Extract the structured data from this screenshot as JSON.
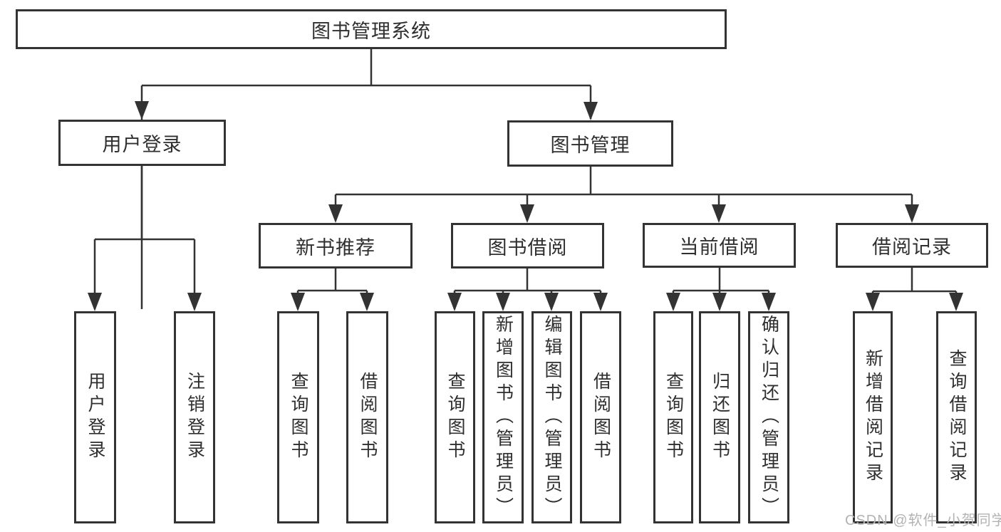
{
  "diagram": {
    "root": {
      "label": "图书管理系统"
    },
    "branches": [
      {
        "label": "用户登录",
        "children": [
          {
            "label": "用户登录"
          },
          {
            "label": "注销登录"
          }
        ]
      },
      {
        "label": "图书管理",
        "children": [
          {
            "label": "新书推荐",
            "children": [
              {
                "label": "查询图书"
              },
              {
                "label": "借阅图书"
              }
            ]
          },
          {
            "label": "图书借阅",
            "children": [
              {
                "label": "查询图书"
              },
              {
                "label": "新增图书（管理员）"
              },
              {
                "label": "编辑图书（管理员）"
              },
              {
                "label": "借阅图书"
              }
            ]
          },
          {
            "label": "当前借阅",
            "children": [
              {
                "label": "查询图书"
              },
              {
                "label": "归还图书"
              },
              {
                "label": "确认归还（管理员）"
              }
            ]
          },
          {
            "label": "借阅记录",
            "children": [
              {
                "label": "新增借阅记录"
              },
              {
                "label": "查询借阅记录"
              }
            ]
          }
        ]
      }
    ]
  },
  "watermark": {
    "text": "CSDN @软件_小贺同学"
  },
  "colors": {
    "line": "#333333",
    "box_border": "#333333",
    "text": "#2f2f2f",
    "watermark": "#b3b3b3",
    "background": "#ffffff"
  }
}
